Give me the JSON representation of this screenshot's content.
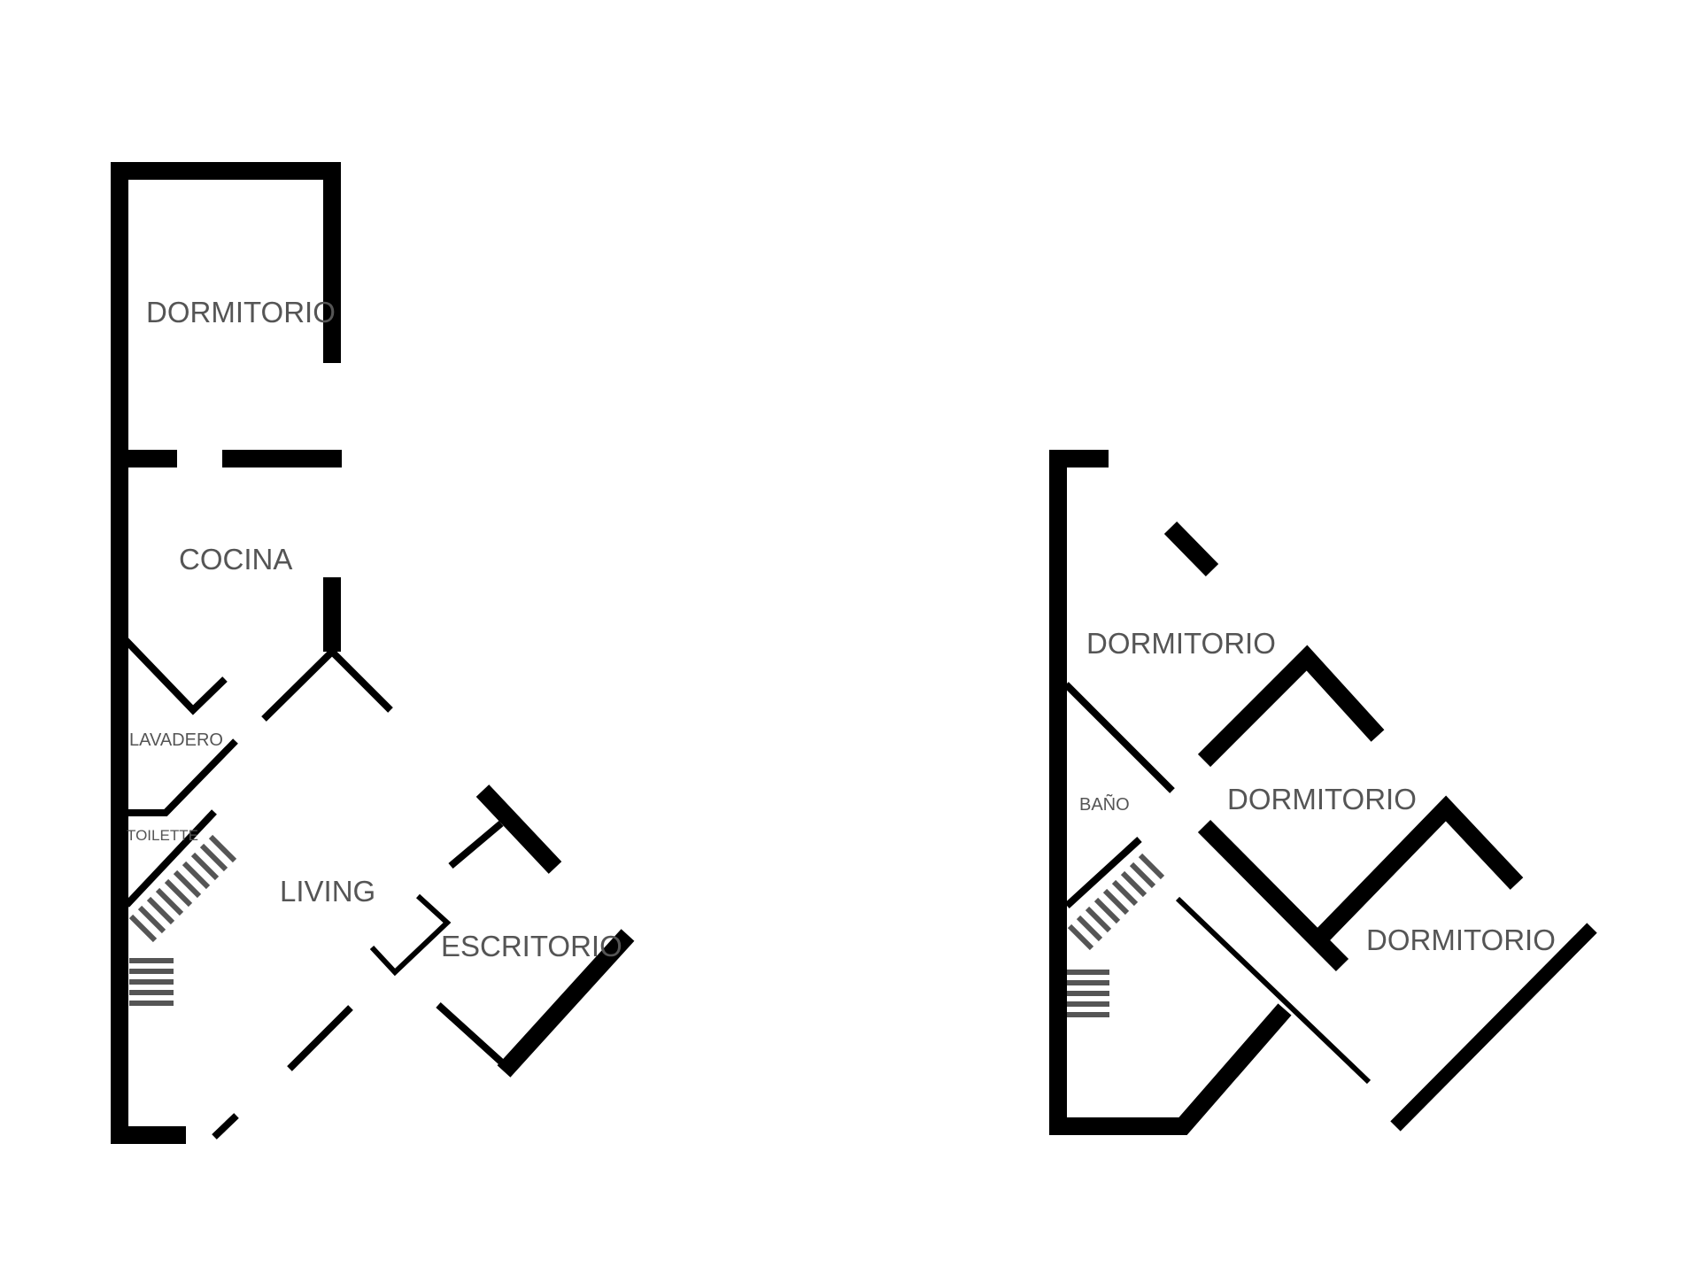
{
  "plans": {
    "ground_floor": {
      "rooms": {
        "dormitorio": "DORMITORIO",
        "cocina": "COCINA",
        "lavadero": "LAVADERO",
        "toilette": "TOILETTE",
        "living": "LIVING",
        "escritorio": "ESCRITORIO"
      }
    },
    "upper_floor": {
      "rooms": {
        "dormitorio_1": "DORMITORIO",
        "bano": "BAÑO",
        "dormitorio_2": "DORMITORIO",
        "dormitorio_3": "DORMITORIO"
      }
    }
  },
  "colors": {
    "walls": "#000000",
    "labels": "#555555",
    "stairs": "#555555",
    "background": "#ffffff"
  }
}
